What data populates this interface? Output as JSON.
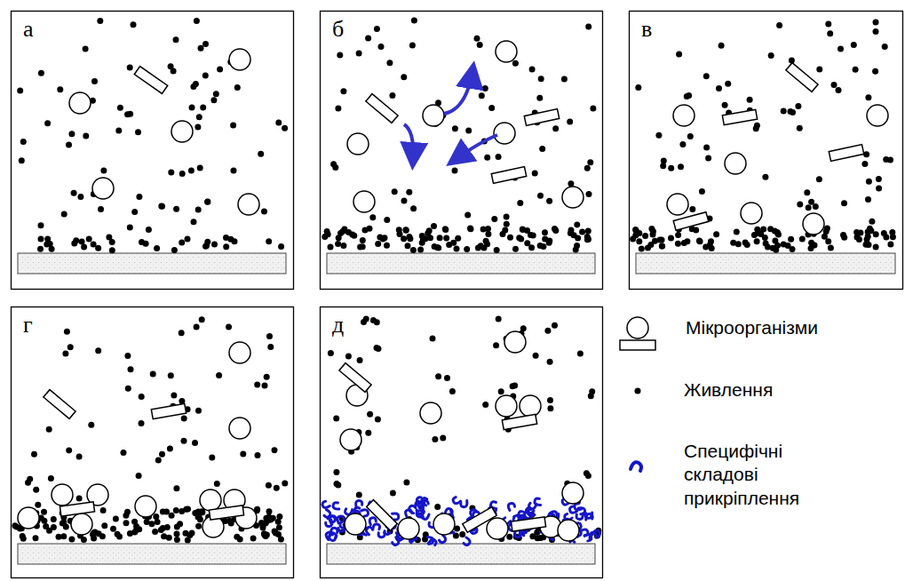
{
  "diagram": {
    "labels": [
      "а",
      "б",
      "в",
      "г",
      "д"
    ],
    "legend": [
      {
        "text": "Мікроорганізми"
      },
      {
        "text": "Живлення"
      },
      {
        "text": "Специфічні складові прикріплення"
      }
    ]
  }
}
